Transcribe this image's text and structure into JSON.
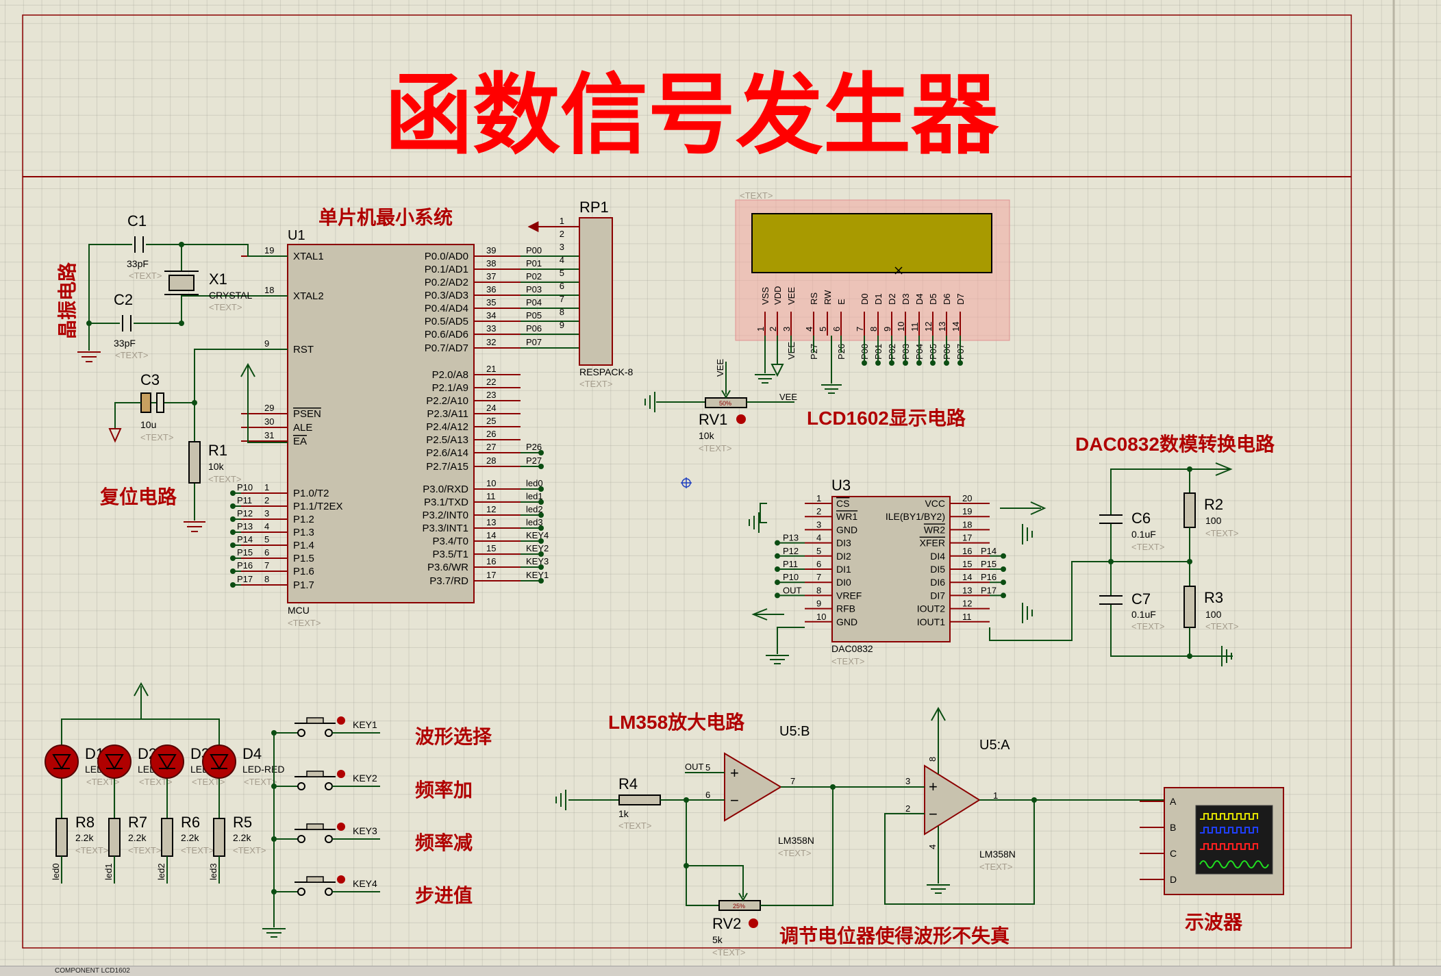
{
  "title": "函数信号发生器",
  "section_labels": {
    "mcu": "单片机最小系统",
    "crystal": "晶振电路",
    "reset": "复位电路",
    "lcd": "LCD1602显示电路",
    "dac": "DAC0832数模转换电路",
    "amp": "LM358放大电路",
    "adjust": "调节电位器使得波形不失真",
    "scope": "示波器"
  },
  "key_labels": [
    "波形选择",
    "频率加",
    "频率减",
    "步进值"
  ],
  "text_placeholder": "<TEXT>",
  "components": {
    "U1": {
      "ref": "U1",
      "name": "MCU"
    },
    "RP1": {
      "ref": "RP1",
      "name": "RESPACK-8"
    },
    "U3": {
      "ref": "U3",
      "name": "DAC0832"
    },
    "C1": {
      "ref": "C1",
      "value": "33pF"
    },
    "C2": {
      "ref": "C2",
      "value": "33pF"
    },
    "C3": {
      "ref": "C3",
      "value": "10u"
    },
    "X1": {
      "ref": "X1",
      "value": "CRYSTAL"
    },
    "R1": {
      "ref": "R1",
      "value": "10k"
    },
    "RV1": {
      "ref": "RV1",
      "value": "10k",
      "pct": "50%"
    },
    "RV2": {
      "ref": "RV2",
      "value": "5k",
      "pct": "25%"
    },
    "R2": {
      "ref": "R2",
      "value": "100"
    },
    "R3": {
      "ref": "R3",
      "value": "100"
    },
    "C6": {
      "ref": "C6",
      "value": "0.1uF"
    },
    "C7": {
      "ref": "C7",
      "value": "0.1uF"
    },
    "R4": {
      "ref": "R4",
      "value": "1k"
    },
    "U5B": {
      "ref": "U5:B",
      "name": "LM358N"
    },
    "U5A": {
      "ref": "U5:A",
      "name": "LM358N"
    },
    "leds": [
      {
        "ref": "D1",
        "value": "LED-RED"
      },
      {
        "ref": "D2",
        "value": "LED-RED"
      },
      {
        "ref": "D3",
        "value": "LED-RED"
      },
      {
        "ref": "D4",
        "value": "LED-RED"
      }
    ],
    "led_res": [
      {
        "ref": "R8",
        "value": "2.2k",
        "net": "led0"
      },
      {
        "ref": "R7",
        "value": "2.2k",
        "net": "led1"
      },
      {
        "ref": "R6",
        "value": "2.2k",
        "net": "led2"
      },
      {
        "ref": "R5",
        "value": "2.2k",
        "net": "led3"
      }
    ],
    "keys": [
      "KEY1",
      "KEY2",
      "KEY3",
      "KEY4"
    ]
  },
  "mcu_pins_left": [
    {
      "num": "19",
      "name": "XTAL1"
    },
    {
      "num": "18",
      "name": "XTAL2"
    },
    {
      "num": "9",
      "name": "RST"
    },
    {
      "num": "29",
      "name": "PSEN"
    },
    {
      "num": "30",
      "name": "ALE"
    },
    {
      "num": "31",
      "name": "EA"
    },
    {
      "num": "1",
      "name": "P1.0/T2",
      "net": "P10"
    },
    {
      "num": "2",
      "name": "P1.1/T2EX",
      "net": "P11"
    },
    {
      "num": "3",
      "name": "P1.2",
      "net": "P12"
    },
    {
      "num": "4",
      "name": "P1.3",
      "net": "P13"
    },
    {
      "num": "5",
      "name": "P1.4",
      "net": "P14"
    },
    {
      "num": "6",
      "name": "P1.5",
      "net": "P15"
    },
    {
      "num": "7",
      "name": "P1.6",
      "net": "P16"
    },
    {
      "num": "8",
      "name": "P1.7",
      "net": "P17"
    }
  ],
  "mcu_pins_right": [
    {
      "num": "39",
      "name": "P0.0/AD0",
      "net": "P00"
    },
    {
      "num": "38",
      "name": "P0.1/AD1",
      "net": "P01"
    },
    {
      "num": "37",
      "name": "P0.2/AD2",
      "net": "P02"
    },
    {
      "num": "36",
      "name": "P0.3/AD3",
      "net": "P03"
    },
    {
      "num": "35",
      "name": "P0.4/AD4",
      "net": "P04"
    },
    {
      "num": "34",
      "name": "P0.5/AD5",
      "net": "P05"
    },
    {
      "num": "33",
      "name": "P0.6/AD6",
      "net": "P06"
    },
    {
      "num": "32",
      "name": "P0.7/AD7",
      "net": "P07"
    },
    {
      "num": "21",
      "name": "P2.0/A8"
    },
    {
      "num": "22",
      "name": "P2.1/A9"
    },
    {
      "num": "23",
      "name": "P2.2/A10"
    },
    {
      "num": "24",
      "name": "P2.3/A11"
    },
    {
      "num": "25",
      "name": "P2.4/A12"
    },
    {
      "num": "26",
      "name": "P2.5/A13"
    },
    {
      "num": "27",
      "name": "P2.6/A14",
      "net": "P26"
    },
    {
      "num": "28",
      "name": "P2.7/A15",
      "net": "P27"
    },
    {
      "num": "10",
      "name": "P3.0/RXD",
      "net": "led0"
    },
    {
      "num": "11",
      "name": "P3.1/TXD",
      "net": "led1"
    },
    {
      "num": "12",
      "name": "P3.2/INT0",
      "net": "led2"
    },
    {
      "num": "13",
      "name": "P3.3/INT1",
      "net": "led3"
    },
    {
      "num": "14",
      "name": "P3.4/T0",
      "net": "KEY4"
    },
    {
      "num": "15",
      "name": "P3.5/T1",
      "net": "KEY2"
    },
    {
      "num": "16",
      "name": "P3.6/WR",
      "net": "KEY3"
    },
    {
      "num": "17",
      "name": "P3.7/RD",
      "net": "KEY1"
    }
  ],
  "rp_pins": [
    "1",
    "2",
    "3",
    "4",
    "5",
    "6",
    "7",
    "8",
    "9"
  ],
  "lcd_pins": [
    {
      "num": "1",
      "name": "VSS"
    },
    {
      "num": "2",
      "name": "VDD"
    },
    {
      "num": "3",
      "name": "VEE",
      "net": "VEE"
    },
    {
      "num": "4",
      "name": "RS",
      "net": "P27"
    },
    {
      "num": "5",
      "name": "RW"
    },
    {
      "num": "6",
      "name": "E",
      "net": "P26"
    },
    {
      "num": "7",
      "name": "D0",
      "net": "P00"
    },
    {
      "num": "8",
      "name": "D1",
      "net": "P01"
    },
    {
      "num": "9",
      "name": "D2",
      "net": "P02"
    },
    {
      "num": "10",
      "name": "D3",
      "net": "P03"
    },
    {
      "num": "11",
      "name": "D4",
      "net": "P04"
    },
    {
      "num": "12",
      "name": "D5",
      "net": "P05"
    },
    {
      "num": "13",
      "name": "D6",
      "net": "P06"
    },
    {
      "num": "14",
      "name": "D7",
      "net": "P07"
    }
  ],
  "dac_pins_left": [
    {
      "num": "1",
      "name": "CS"
    },
    {
      "num": "2",
      "name": "WR1"
    },
    {
      "num": "3",
      "name": "GND"
    },
    {
      "num": "4",
      "name": "DI3",
      "net": "P13"
    },
    {
      "num": "5",
      "name": "DI2",
      "net": "P12"
    },
    {
      "num": "6",
      "name": "DI1",
      "net": "P11"
    },
    {
      "num": "7",
      "name": "DI0",
      "net": "P10"
    },
    {
      "num": "8",
      "name": "VREF",
      "net": "OUT"
    },
    {
      "num": "9",
      "name": "RFB"
    },
    {
      "num": "10",
      "name": "GND"
    }
  ],
  "dac_pins_right": [
    {
      "num": "20",
      "name": "VCC"
    },
    {
      "num": "19",
      "name": "ILE(BY1/BY2)"
    },
    {
      "num": "18",
      "name": "WR2"
    },
    {
      "num": "17",
      "name": "XFER"
    },
    {
      "num": "16",
      "name": "DI4",
      "net": "P14"
    },
    {
      "num": "15",
      "name": "DI5",
      "net": "P15"
    },
    {
      "num": "14",
      "name": "DI6",
      "net": "P16"
    },
    {
      "num": "13",
      "name": "DI7",
      "net": "P17"
    },
    {
      "num": "12",
      "name": "IOUT2"
    },
    {
      "num": "11",
      "name": "IOUT1"
    }
  ],
  "nets": {
    "vee": "VEE",
    "out": "OUT",
    "p26": "P26",
    "p27": "P27"
  },
  "opamp_pins": {
    "b_plus": "5",
    "b_minus": "6",
    "b_out": "7",
    "a_plus": "3",
    "a_minus": "2",
    "a_out": "1",
    "vcc": "8",
    "gnd": "4"
  },
  "scope_channels": [
    "A",
    "B",
    "C",
    "D"
  ],
  "colors": {
    "wire": "#0b4d12",
    "component": "#8b0000",
    "body": "#c8c2ae",
    "title": "#ff0000",
    "label": "#b00000",
    "lcd_screen": "#a89a00",
    "lcd_highlight": "#f0a8a0"
  },
  "status_bar": {
    "text": "COMPONENT LCD1602"
  }
}
